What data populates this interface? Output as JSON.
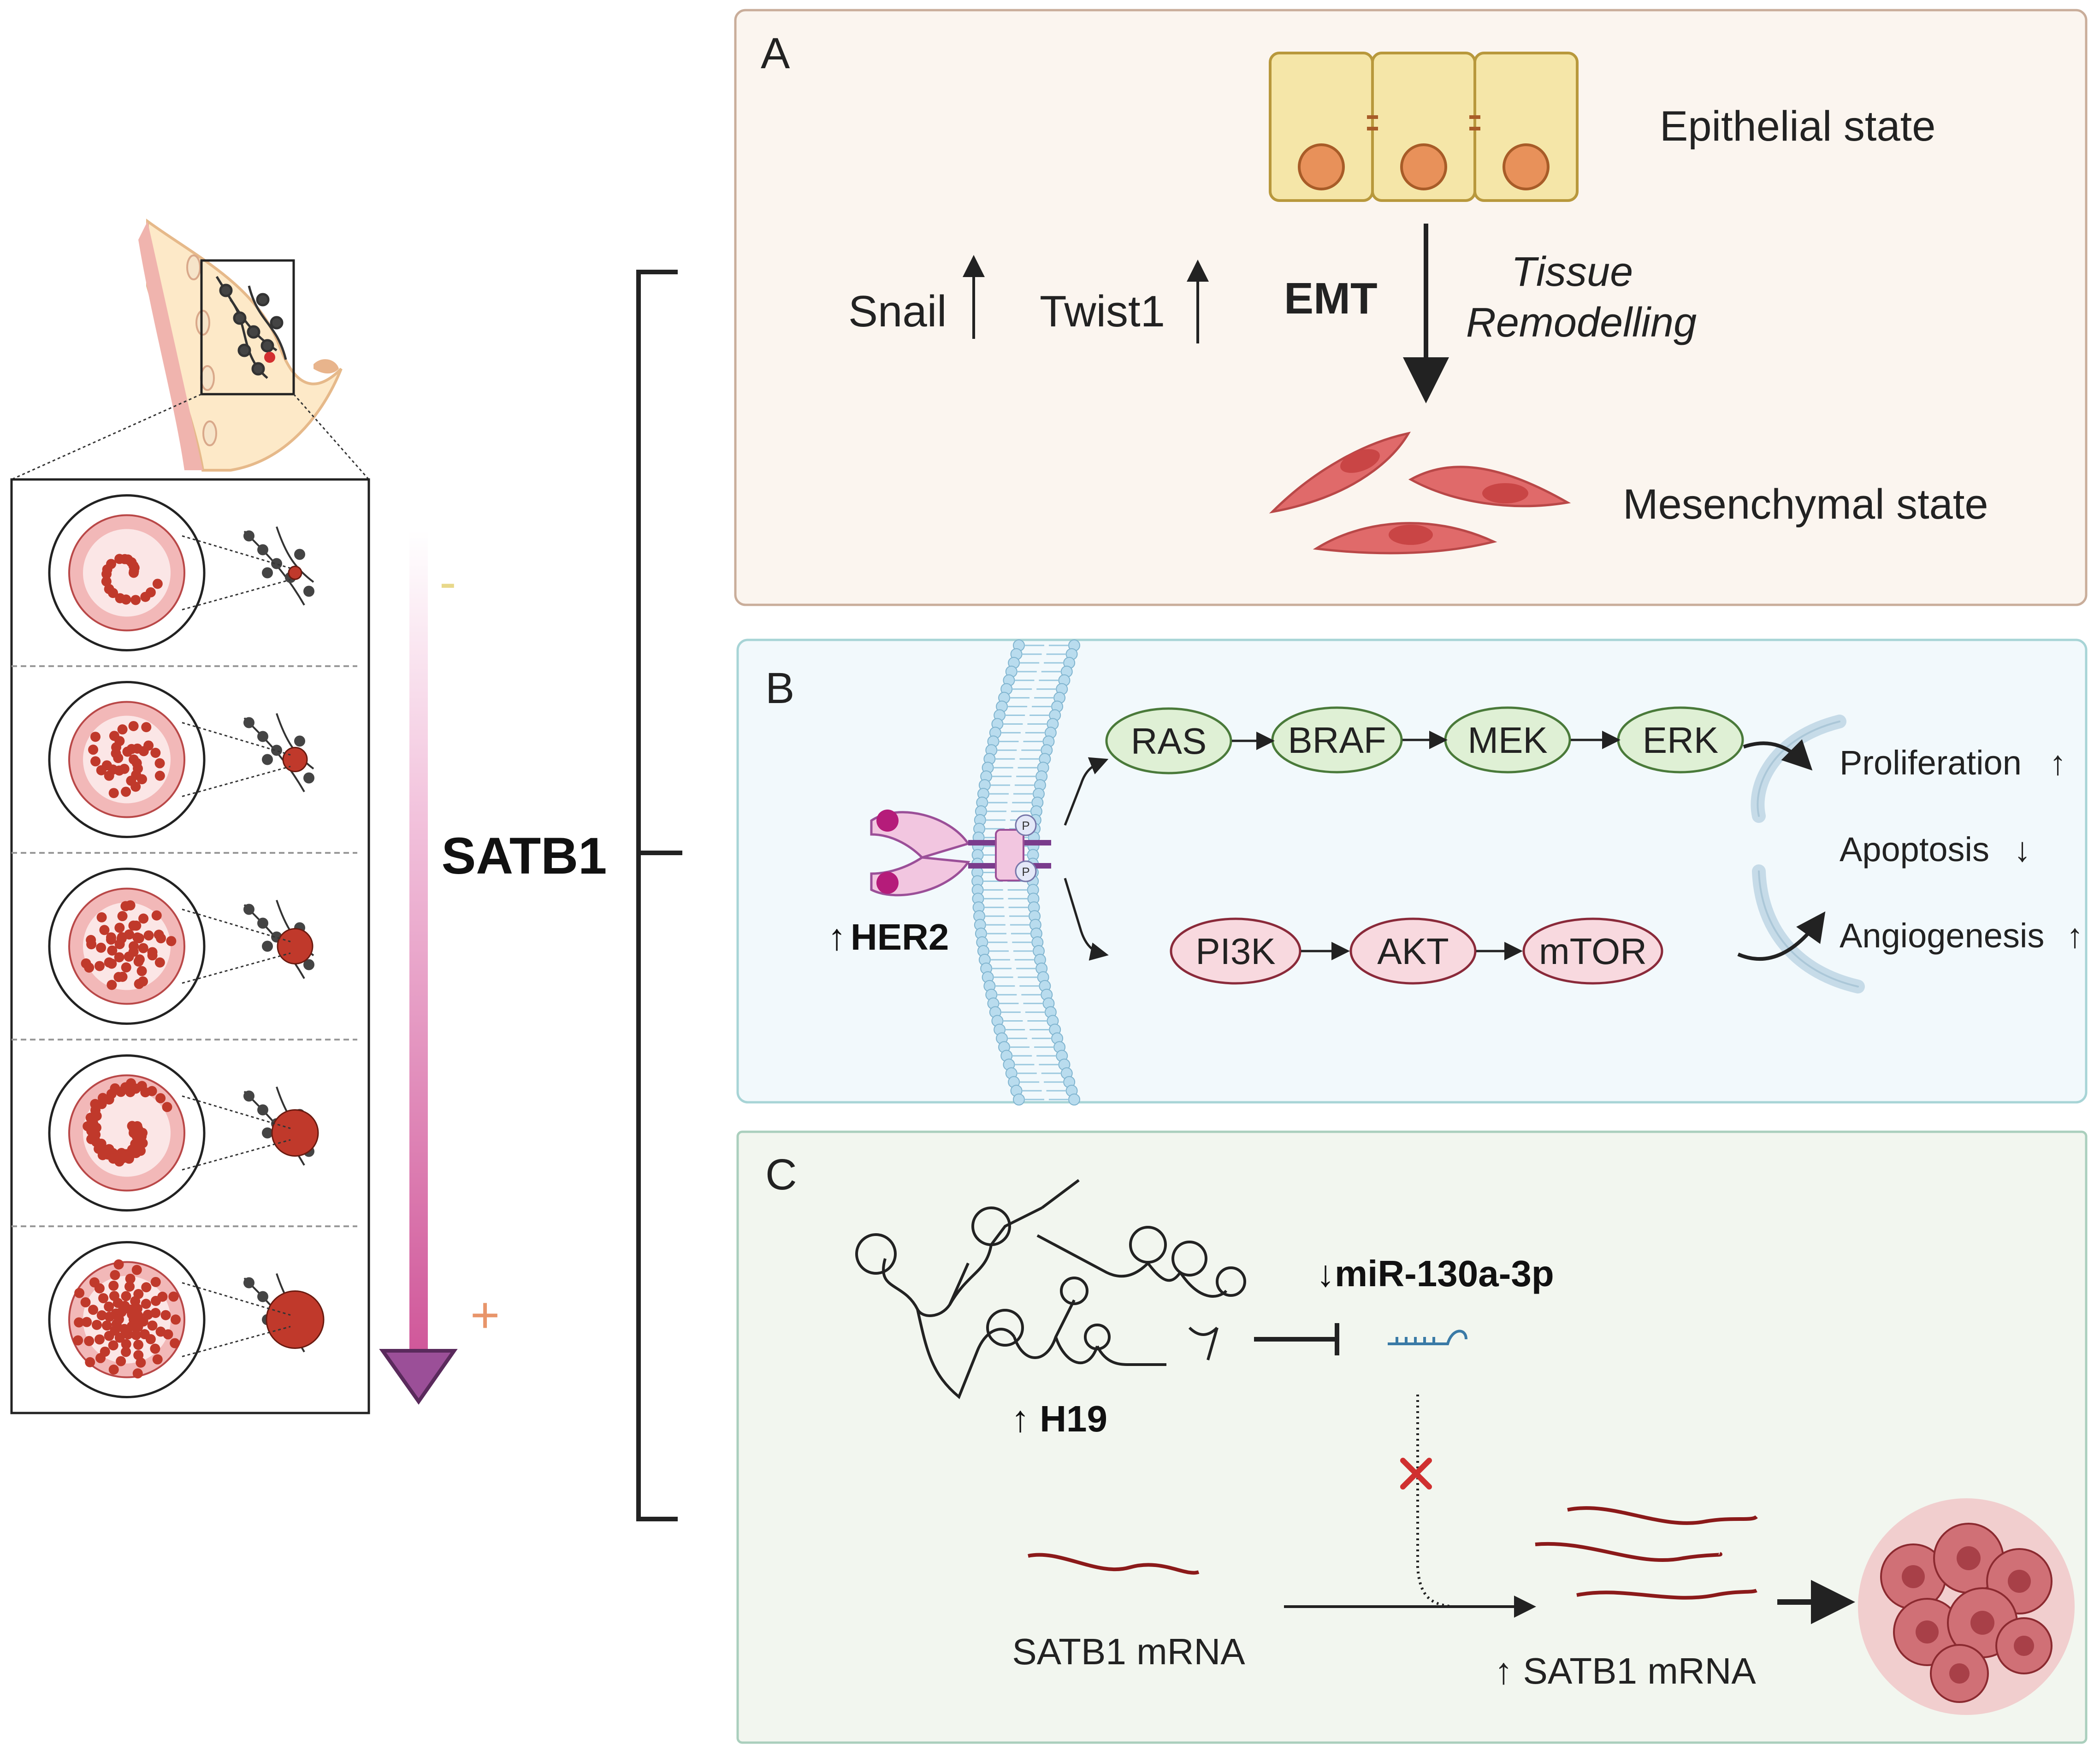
{
  "colors": {
    "panel_a_bg": "#fbf5ef",
    "panel_a_border": "#c9ad9a",
    "panel_b_bg": "#f2f9fc",
    "panel_b_border": "#a7d4d6",
    "panel_c_bg": "#f2f6ef",
    "panel_c_border": "#aacfbd",
    "green_node": "#dff0d5",
    "pink_node": "#f8d9df",
    "gradient_start": "#ffffff",
    "gradient_end": "#d0589a",
    "arrow_head": "#9b4f98",
    "minus_color": "#e8d88a",
    "plus_color": "#e8956a",
    "tumor_red": "#c0392b",
    "cell_yellow": "#f5e6a8"
  },
  "progression": {
    "title": "SATB1",
    "low_sign": "-",
    "high_sign": "+",
    "stages": 5
  },
  "panel_a": {
    "label": "A",
    "epithelial": "Epithelial state",
    "mesenchymal": "Mesenchymal state",
    "snail": "Snail",
    "twist": "Twist1",
    "emt": "EMT",
    "tissue_line1": "Tissue",
    "tissue_line2": "Remodelling"
  },
  "panel_b": {
    "label": "B",
    "receptor": "HER2",
    "receptor_arrow": "↑",
    "phospho": "P",
    "top_pathway": [
      "RAS",
      "BRAF",
      "MEK",
      "ERK"
    ],
    "bottom_pathway": [
      "PI3K",
      "AKT",
      "mTOR"
    ],
    "outcomes": [
      {
        "text": "Proliferation",
        "arrow": "↑"
      },
      {
        "text": "Apoptosis",
        "arrow": "↓"
      },
      {
        "text": "Angiogenesis",
        "arrow": "↑"
      }
    ]
  },
  "panel_c": {
    "label": "C",
    "lncrna": "↑ H19",
    "mirna": "↓miR-130a-3p",
    "mrna_left": "SATB1 mRNA",
    "mrna_right": "↑ SATB1 mRNA"
  }
}
